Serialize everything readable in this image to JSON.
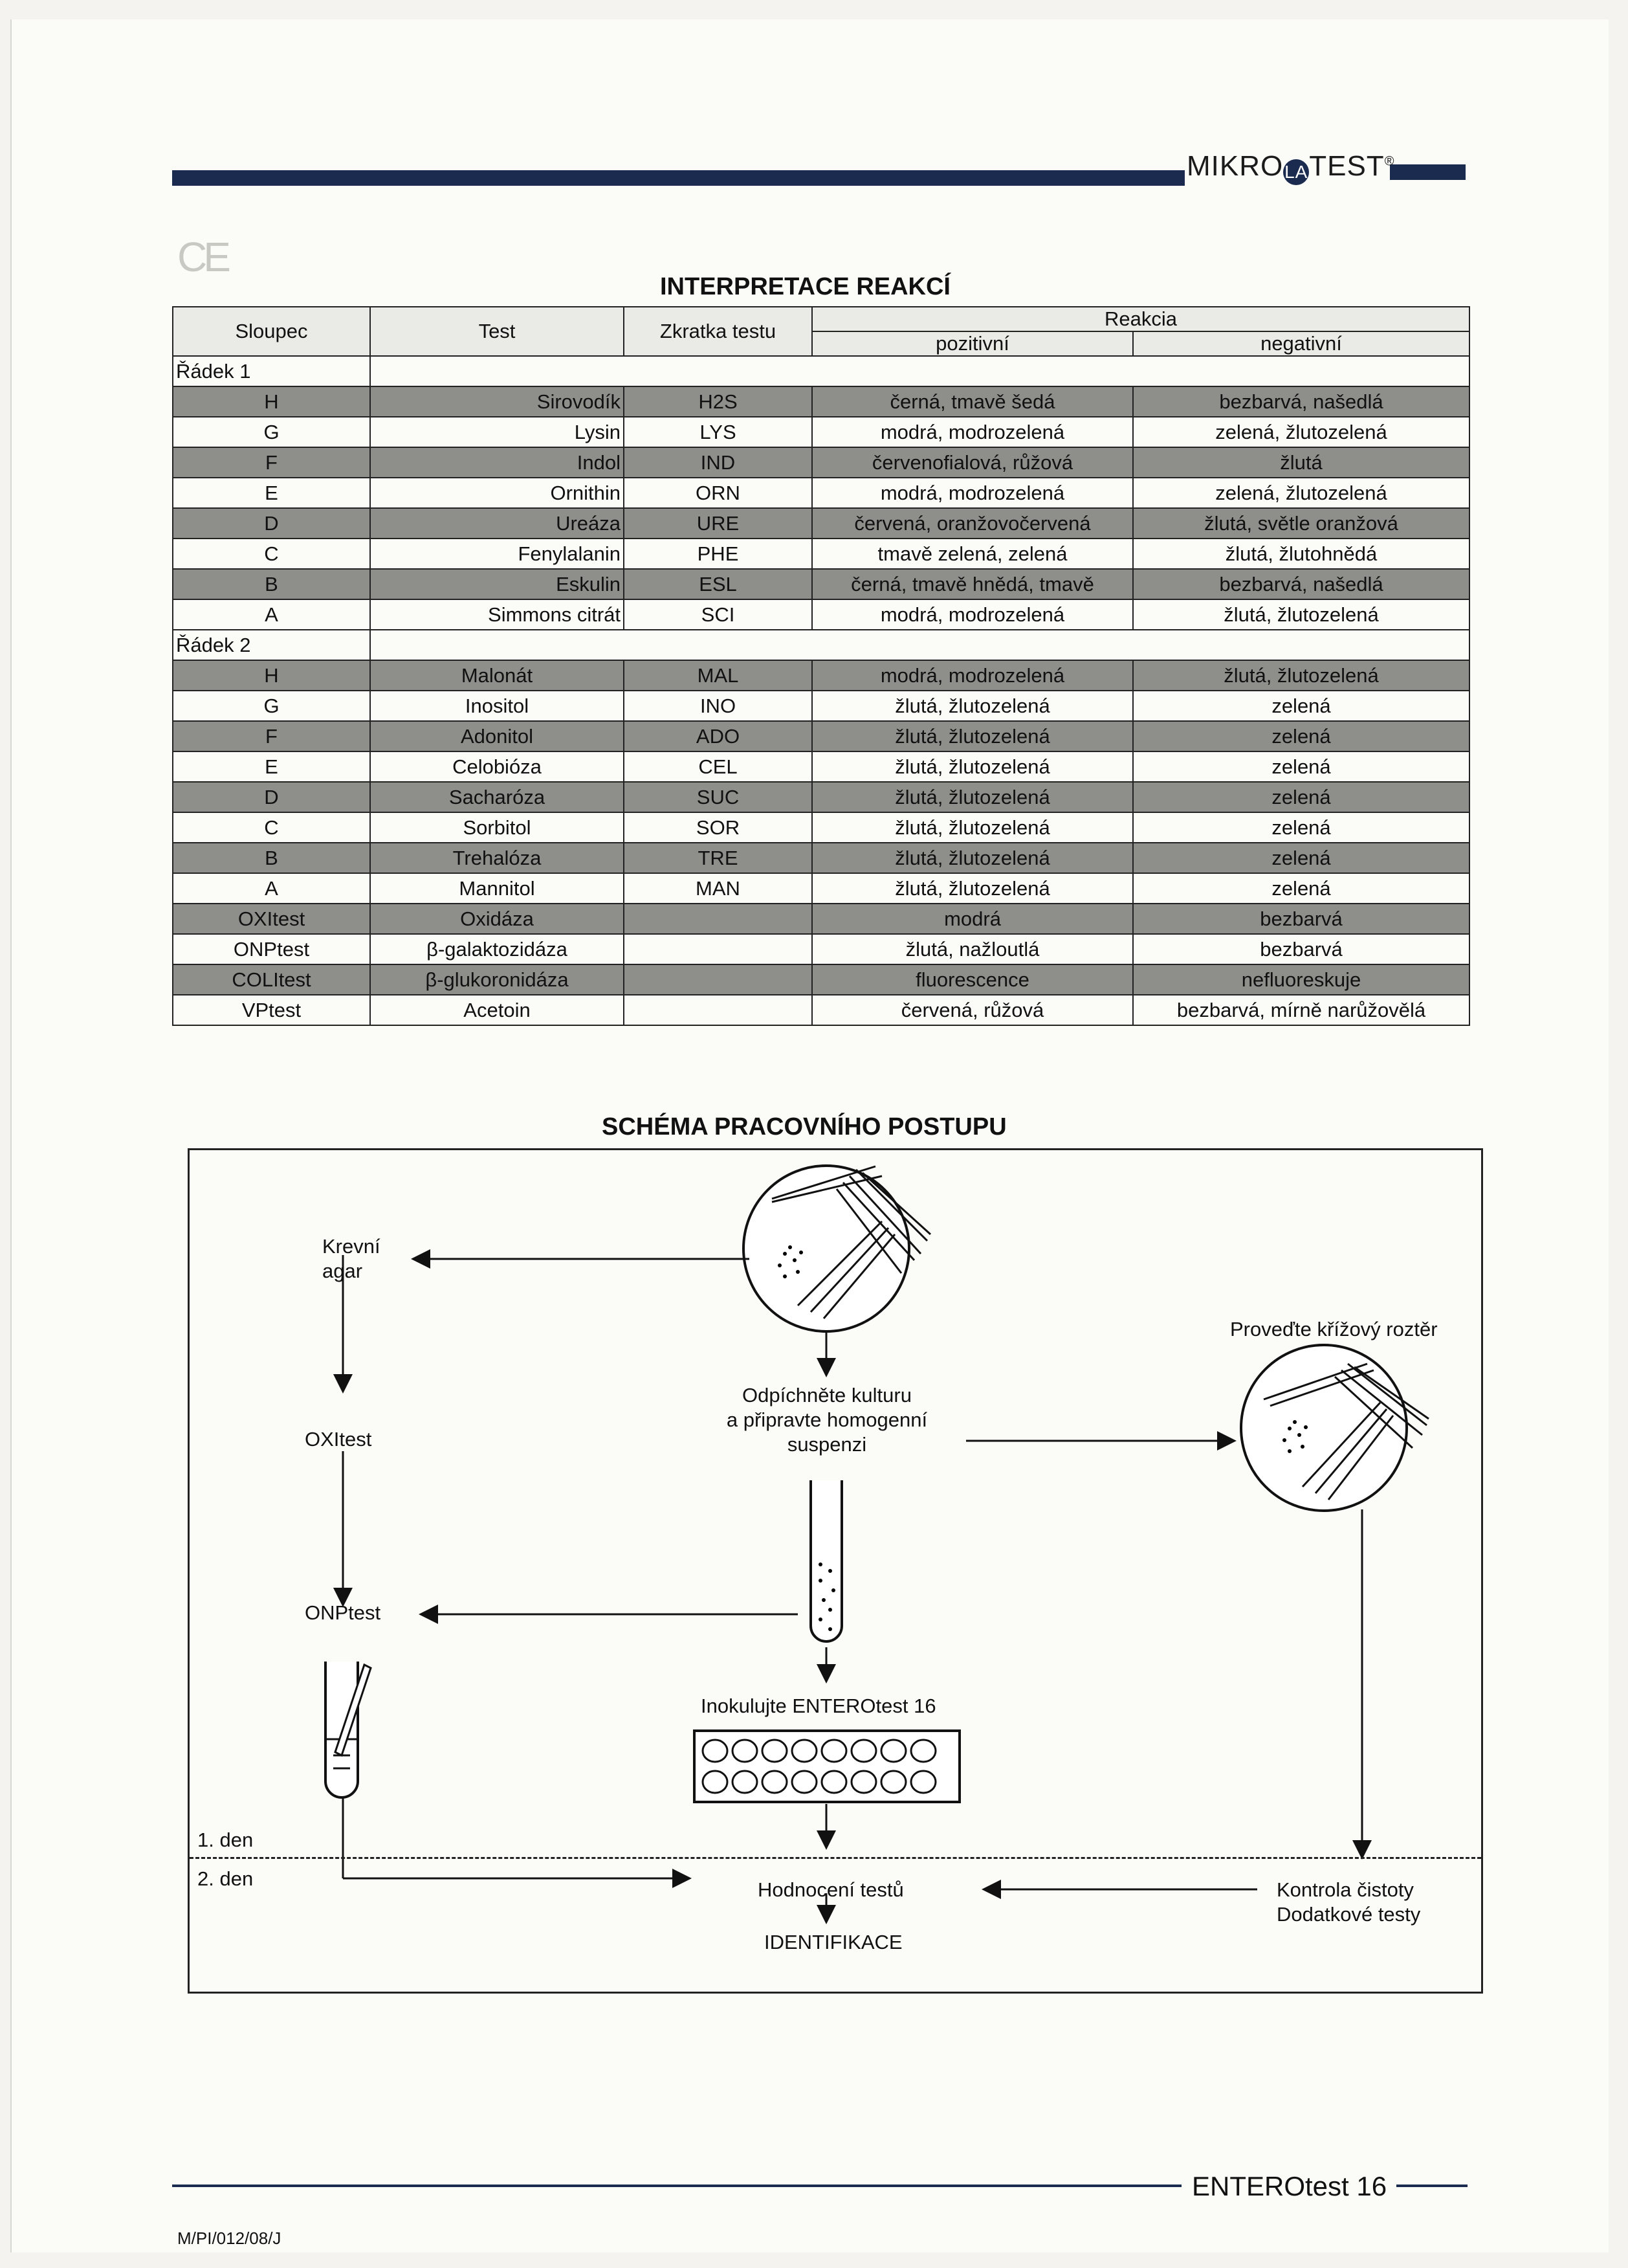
{
  "header": {
    "logo_text": "MIKRO",
    "logo_mark": "LA",
    "logo_suffix": "TEST",
    "logo_reg": "®",
    "ce_mark": "CE"
  },
  "interpretation": {
    "title": "INTERPRETACE REAKCÍ",
    "columns": {
      "sloupec": "Sloupec",
      "test": "Test",
      "zkratka": "Zkratka testu",
      "reakcia": "Reakcia",
      "pozitivni": "pozitivní",
      "negativni": "negativní"
    },
    "rows": [
      {
        "type": "label",
        "label": "Řádek 1"
      },
      {
        "sloupec": "H",
        "test": "Sirovodík",
        "code": "H2S",
        "pos": "černá, tmavě šedá",
        "neg": "bezbarvá, našedlá",
        "band": true
      },
      {
        "sloupec": "G",
        "test": "Lysin",
        "code": "LYS",
        "pos": "modrá, modrozelená",
        "neg": "zelená, žlutozelená",
        "band": false
      },
      {
        "sloupec": "F",
        "test": "Indol",
        "code": "IND",
        "pos": "červenofialová, růžová",
        "neg": "žlutá",
        "band": true
      },
      {
        "sloupec": "E",
        "test": "Ornithin",
        "code": "ORN",
        "pos": "modrá, modrozelená",
        "neg": "zelená, žlutozelená",
        "band": false
      },
      {
        "sloupec": "D",
        "test": "Ureáza",
        "code": "URE",
        "pos": "červená, oranžovočervená",
        "neg": "žlutá, světle oranžová",
        "band": true
      },
      {
        "sloupec": "C",
        "test": "Fenylalanin",
        "code": "PHE",
        "pos": "tmavě zelená, zelená",
        "neg": "žlutá, žlutohnědá",
        "band": false
      },
      {
        "sloupec": "B",
        "test": "Eskulin",
        "code": "ESL",
        "pos": "černá, tmavě hnědá, tmavě",
        "neg": "bezbarvá, našedlá",
        "band": true
      },
      {
        "sloupec": "A",
        "test": "Simmons citrát",
        "code": "SCI",
        "pos": "modrá, modrozelená",
        "neg": "žlutá, žlutozelená",
        "band": false
      },
      {
        "type": "label",
        "label": "Řádek 2"
      },
      {
        "sloupec": "H",
        "test": "Malonát",
        "code": "MAL",
        "pos": "modrá, modrozelená",
        "neg": "žlutá, žlutozelená",
        "band": true
      },
      {
        "sloupec": "G",
        "test": "Inositol",
        "code": "INO",
        "pos": "žlutá, žlutozelená",
        "neg": "zelená",
        "band": false
      },
      {
        "sloupec": "F",
        "test": "Adonitol",
        "code": "ADO",
        "pos": "žlutá, žlutozelená",
        "neg": "zelená",
        "band": true
      },
      {
        "sloupec": "E",
        "test": "Celobióza",
        "code": "CEL",
        "pos": "žlutá, žlutozelená",
        "neg": "zelená",
        "band": false
      },
      {
        "sloupec": "D",
        "test": "Sacharóza",
        "code": "SUC",
        "pos": "žlutá, žlutozelená",
        "neg": "zelená",
        "band": true
      },
      {
        "sloupec": "C",
        "test": "Sorbitol",
        "code": "SOR",
        "pos": "žlutá, žlutozelená",
        "neg": "zelená",
        "band": false
      },
      {
        "sloupec": "B",
        "test": "Trehalóza",
        "code": "TRE",
        "pos": "žlutá, žlutozelená",
        "neg": "zelená",
        "band": true
      },
      {
        "sloupec": "A",
        "test": "Mannitol",
        "code": "MAN",
        "pos": "žlutá, žlutozelená",
        "neg": "zelená",
        "band": false
      },
      {
        "sloupec": "OXItest",
        "test": "Oxidáza",
        "code": "",
        "pos": "modrá",
        "neg": "bezbarvá",
        "band": true
      },
      {
        "sloupec": "ONPtest",
        "test": "β-galaktozidáza",
        "code": "",
        "pos": "žlutá, nažloutlá",
        "neg": "bezbarvá",
        "band": false
      },
      {
        "sloupec": "COLItest",
        "test": "β-glukoronidáza",
        "code": "",
        "pos": "fluorescence",
        "neg": "nefluoreskuje",
        "band": true
      },
      {
        "sloupec": "VPtest",
        "test": "Acetoin",
        "code": "",
        "pos": "červená, růžová",
        "neg": "bezbarvá, mírně narůžovělá",
        "band": false
      }
    ]
  },
  "schema": {
    "title": "SCHÉMA PRACOVNÍHO POSTUPU",
    "krevni_agar_1": "Krevní",
    "krevni_agar_2": "agar",
    "oxitest": "OXItest",
    "onptest": "ONPtest",
    "odpichnete_1": "Odpíchněte kulturu",
    "odpichnete_2": "a připravte homogenní",
    "odpichnete_3": "suspenzi",
    "krizovy": "Proveďte křížový roztěr",
    "inokulujte": "Inokulujte ENTEROtest 16",
    "den1": "1. den",
    "den2": "2. den",
    "hodnoceni": "Hodnocení testů",
    "identifikace": "IDENTIFIKACE",
    "kontrola_1": "Kontrola čistoty",
    "kontrola_2": "Dodatkové testy"
  },
  "footer": {
    "product": "ENTEROtest 16",
    "code": "M/PI/012/08/J"
  },
  "colors": {
    "navy": "#1b2b4f",
    "band_gray": "#8e8e8b"
  }
}
